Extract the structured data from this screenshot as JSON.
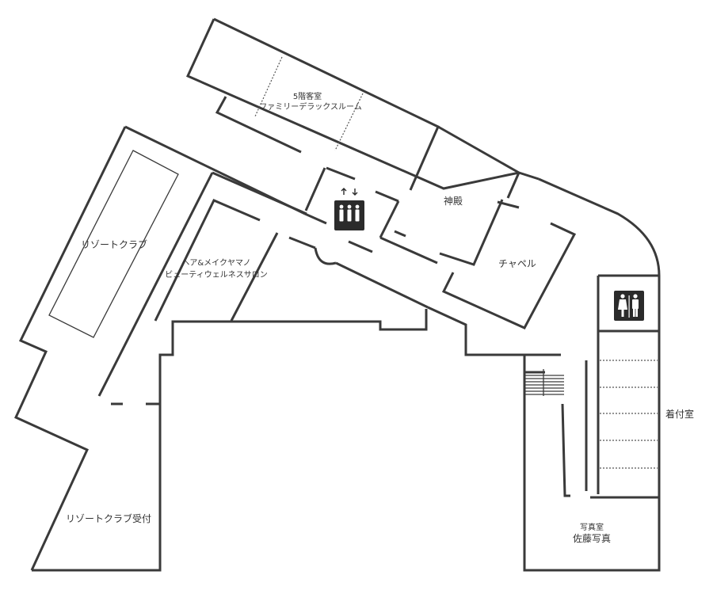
{
  "map": {
    "rooms": {
      "guest_room_floor": "5階客室",
      "guest_room_type": "ファミリーデラックスルーム",
      "shrine": "神殿",
      "chapel": "チャペル",
      "resort_club": "リゾートクラブ",
      "hair_makeup": "ヘア&メイクヤマノ",
      "beauty_salon": "ビューティウェルネスサロン",
      "resort_club_reception": "リゾートクラブ受付",
      "dressing_room": "着付室",
      "photo_studio_type": "写真室",
      "photo_studio_name": "佐藤写真"
    },
    "icons": {
      "elevator": "elevator-icon",
      "restroom": "restroom-icon",
      "stairs": "stairs-icon"
    },
    "colors": {
      "wall": "#3a3a3a",
      "icon": "#2b2b2b",
      "background": "#ffffff"
    }
  }
}
